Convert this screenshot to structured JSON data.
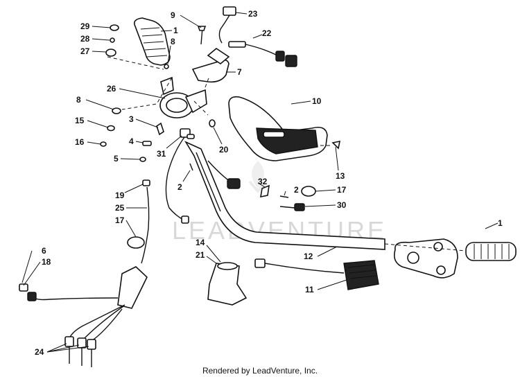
{
  "watermark": "LEADVENTURE",
  "footer": "Rendered by LeadVenture, Inc.",
  "callouts": [
    "29",
    "28",
    "27",
    "1",
    "8",
    "9",
    "23",
    "22",
    "7",
    "26",
    "8",
    "15",
    "16",
    "3",
    "4",
    "5",
    "31",
    "10",
    "20",
    "13",
    "19",
    "25",
    "17",
    "2",
    "32",
    "2",
    "17",
    "30",
    "1",
    "14",
    "21",
    "12",
    "11",
    "6",
    "18",
    "24"
  ]
}
